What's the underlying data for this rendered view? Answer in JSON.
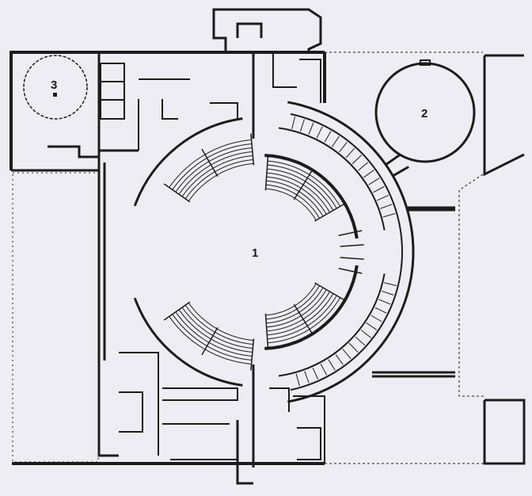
{
  "plan": {
    "labels": {
      "main_hall": "1",
      "round_hall": "2",
      "small_round_room": "3"
    },
    "colors": {
      "background": "#eeedf3",
      "wall": "#1c1c1c",
      "line": "#3a3a3a"
    }
  }
}
